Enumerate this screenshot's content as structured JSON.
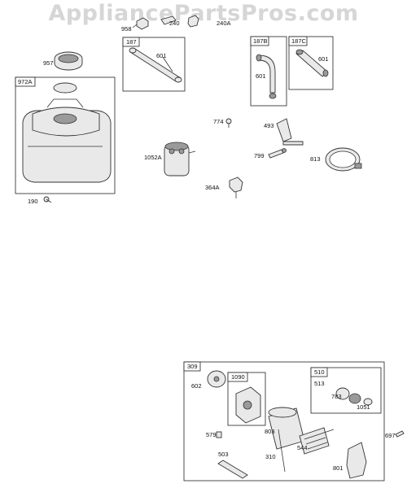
{
  "watermark": "AppliancePartsPros.com",
  "boxes": {
    "b972A": "972A",
    "b187": "187",
    "b187B": "187B",
    "b187C": "187C",
    "b309": "309",
    "b1090": "1090",
    "b510": "510"
  },
  "labels": {
    "p958": "958",
    "p240": "240",
    "p240A": "240A",
    "p957": "957",
    "p601a": "601",
    "p601b": "601",
    "p601c": "601",
    "p774": "774",
    "p493": "493",
    "p1052A": "1052A",
    "p799": "799",
    "p813": "813",
    "p364A": "364A",
    "p190": "190",
    "p602": "602",
    "p513": "513",
    "p783": "783",
    "p1051": "1051",
    "p697": "697",
    "p579": "579",
    "p803": "803",
    "p544": "544",
    "p503": "503",
    "p310": "310",
    "p801": "801"
  }
}
